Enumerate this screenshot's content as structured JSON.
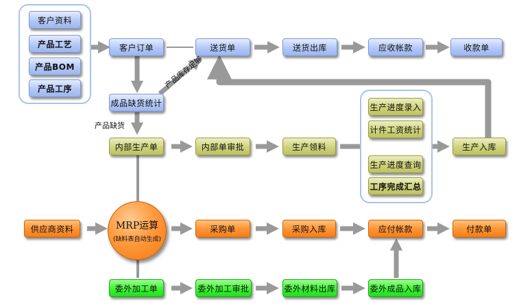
{
  "nodes": {
    "customer_data": "客户资料",
    "product_process": "产品工艺",
    "product_bom": "产品BOM",
    "product_procedure": "产品工序",
    "customer_order": "客户订单",
    "delivery_note": "送货单",
    "delivery_out": "送货出库",
    "receivables": "应收帐款",
    "receipt": "收款单",
    "shortage_stats": "成品缺货统计",
    "internal_production": "内部生产单",
    "internal_approval": "内部单审批",
    "material_requisition": "生产领料",
    "production_inbound": "生产入库",
    "progress_entry": "生产进度录入",
    "piecework_wage": "计件工资统计",
    "progress_query": "生产进度查询",
    "process_summary": "工序完成汇总",
    "supplier_data": "供应商资料",
    "purchase_order": "采购单",
    "purchase_inbound": "采购入库",
    "payables": "应付帐款",
    "payment": "付款单",
    "outsource_order": "委外加工单",
    "outsource_approval": "委外加工审批",
    "outsource_material_out": "委外材料出库",
    "outsource_product_in": "委外成品入库"
  },
  "mrp": {
    "title": "MRP运算",
    "subtitle": "(缺料表自动生成)"
  },
  "edge_labels": {
    "stock_sufficient": "产品库存足够",
    "product_shortage": "产品缺货"
  },
  "colors": {
    "blue": "#b4c8f6",
    "olive": "#cfd27c",
    "orange": "#ff9233",
    "green": "#3ff236",
    "arrow_gray": "#999999",
    "group_border": "#a8c3ea"
  }
}
